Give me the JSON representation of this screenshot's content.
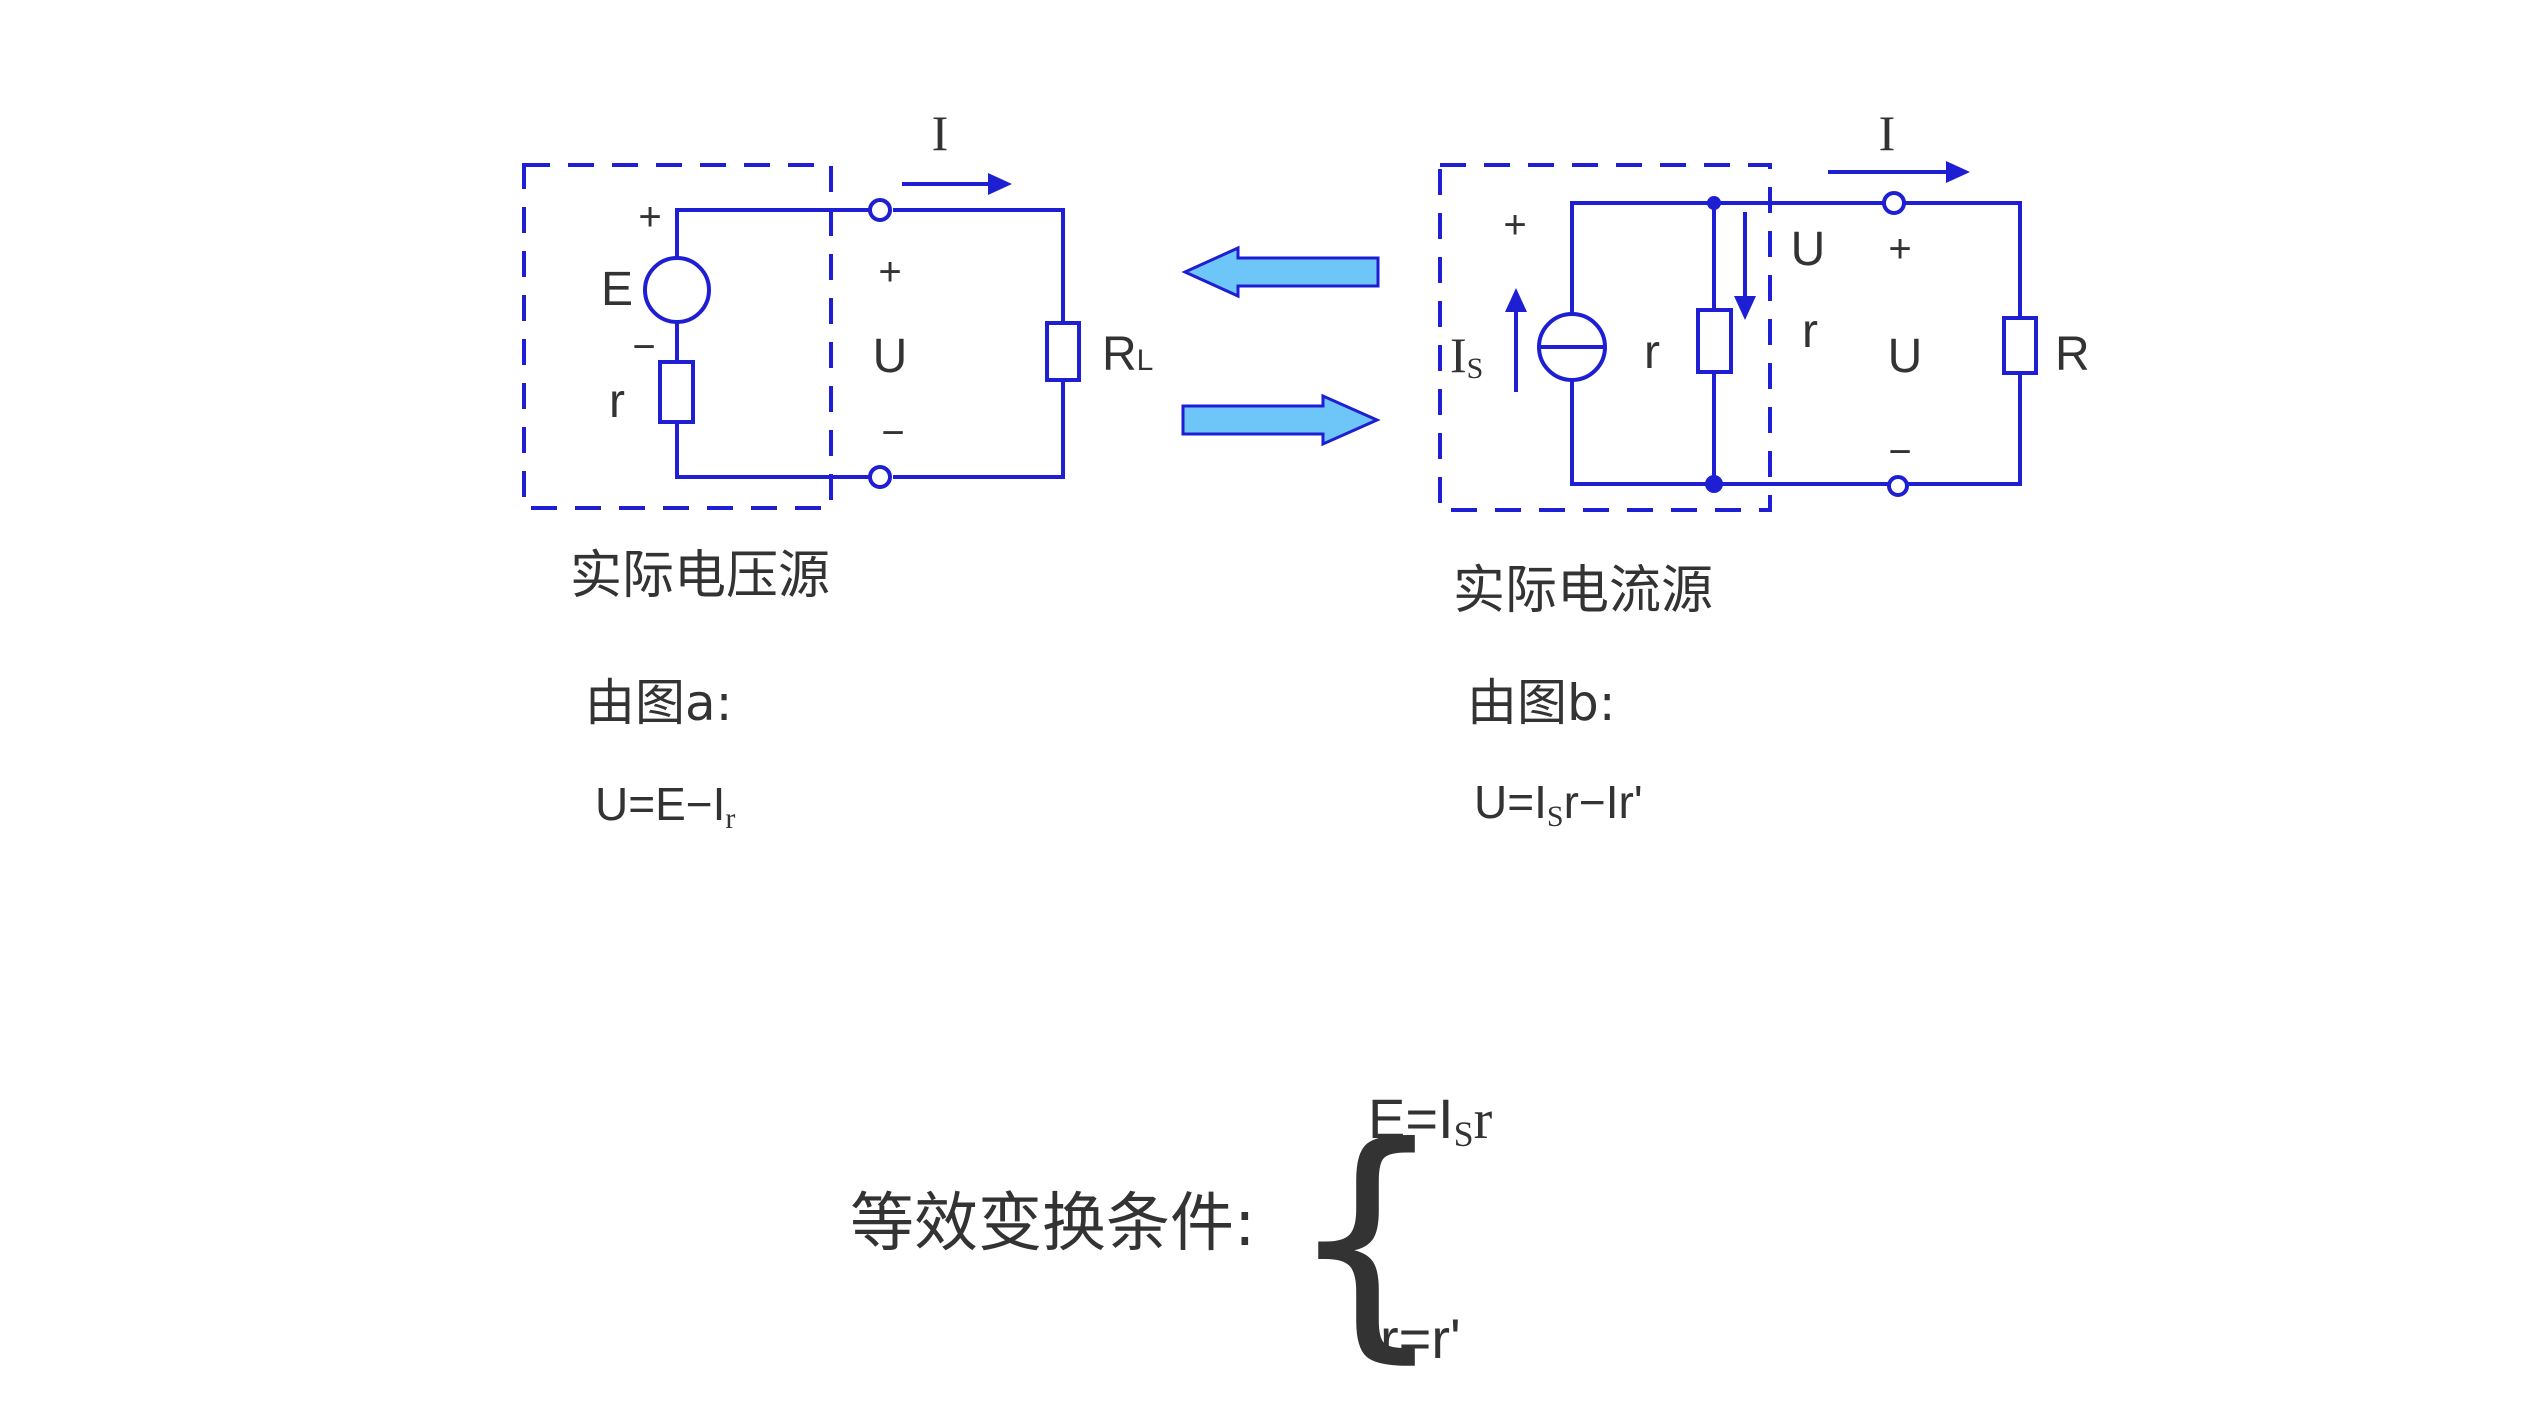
{
  "circuit_a": {
    "current_label": "I",
    "emf_label": "E",
    "plus_source": "+",
    "minus_source": "−",
    "internal_r_label": "r",
    "plus_terminal": "+",
    "voltage_label": "U",
    "minus_terminal": "−",
    "load_label_main": "R",
    "load_label_sub": "L",
    "caption": "实际电压源"
  },
  "circuit_b": {
    "current_label": "I",
    "source_plus": "+",
    "source_current_main": "I",
    "source_current_sub": "S",
    "internal_r_label": "r",
    "branch_voltage_label": "U",
    "branch_r_label": "r",
    "plus_terminal": "+",
    "voltage_label": "U",
    "minus_terminal": "−",
    "load_label": "R",
    "caption": "实际电流源"
  },
  "formula_a": {
    "heading": "由图a:",
    "lhs": "U=E−I",
    "sub": "r"
  },
  "formula_b": {
    "heading": "由图b:",
    "part1": "U=I",
    "sub": "S",
    "part2": "r−Ir'"
  },
  "conditions": {
    "label": "等效变换条件:",
    "brace": "{",
    "cond1_part1": "E=I",
    "cond1_sub": "S",
    "cond1_part2": "r",
    "cond2": "r=r'"
  },
  "colors": {
    "circuit": "#1e1ed2",
    "conversion_arrow_fill": "#6ec6f8",
    "text": "#333333"
  }
}
